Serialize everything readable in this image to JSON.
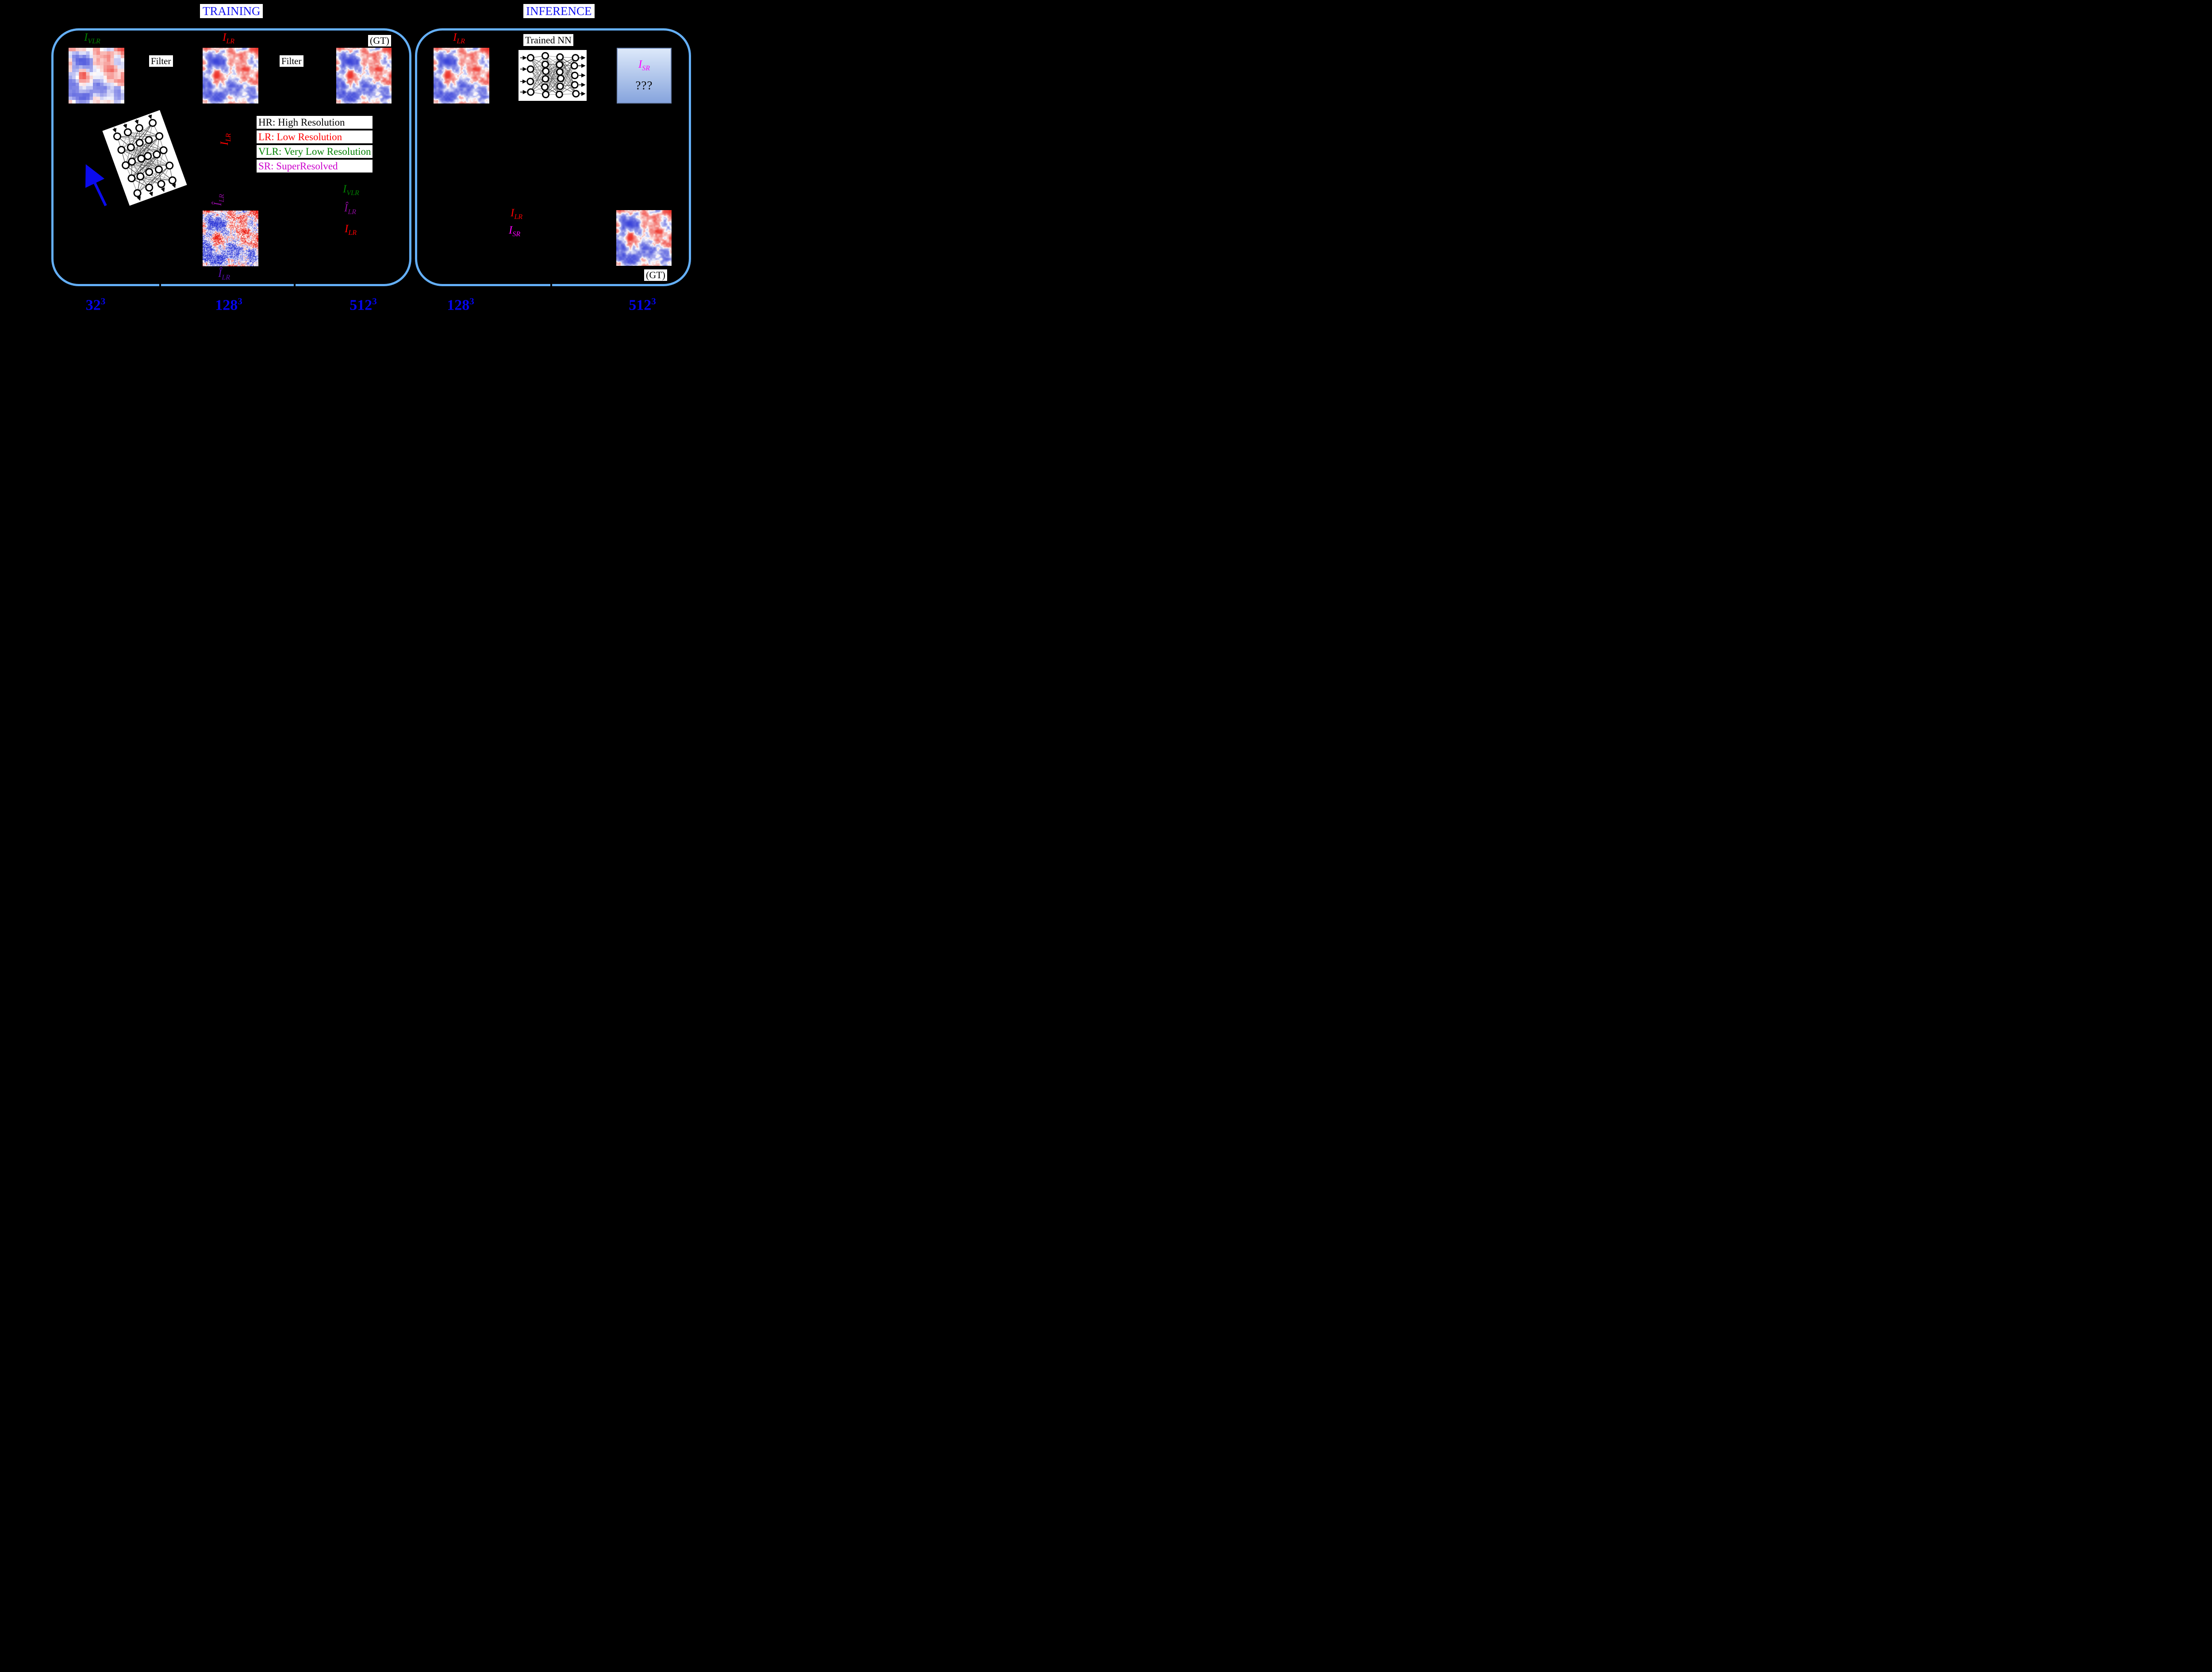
{
  "titles": {
    "training": "TRAINING",
    "inference": "INFERENCE"
  },
  "legend": {
    "items": [
      {
        "text": "HR: High Resolution",
        "color": "#000000"
      },
      {
        "text": "LR: Low Resolution",
        "color": "#ff0000"
      },
      {
        "text": "VLR: Very Low Resolution",
        "color": "#008000"
      },
      {
        "text": "SR: SuperResolved",
        "color": "#cc00cc"
      }
    ]
  },
  "labels": {
    "i_vlr": {
      "base": "I",
      "sub": "VLR"
    },
    "i_lr": {
      "base": "I",
      "sub": "LR"
    },
    "i_lr_hat": {
      "base": "Î",
      "sub": "LR"
    },
    "i_sr": {
      "base": "I",
      "sub": "SR"
    },
    "gt": "(GT)",
    "filter": "Filter",
    "trained_nn": "Trained NN",
    "unknown": "???"
  },
  "resolutions": {
    "training": [
      {
        "base": "32",
        "sup": "3"
      },
      {
        "base": "128",
        "sup": "3"
      },
      {
        "base": "512",
        "sup": "3"
      }
    ],
    "inference": [
      {
        "base": "128",
        "sup": "3"
      },
      {
        "base": "512",
        "sup": "3"
      }
    ]
  },
  "colors": {
    "panel_border": "#64aff7",
    "title_blue": "#1212f2",
    "resolution_blue": "#0404ee",
    "red": "#ff0000",
    "green": "#008000",
    "magenta": "#ff00ff",
    "legend_sr_magenta": "#cc00cc",
    "purple": "#8b0b9b",
    "indigo": "#5a0fb4",
    "arrow_blue": "#0b0bee",
    "isr_box_top": "#dde9fa",
    "isr_box_bottom": "#86a4dd",
    "heat_red": [
      235,
      30,
      20
    ],
    "heat_blue": [
      50,
      60,
      215
    ]
  },
  "images": {
    "seed": 11,
    "items": [
      {
        "id": "vlr",
        "res": 16,
        "noise": 0.0,
        "contrast": 0.9
      },
      {
        "id": "lr",
        "res": 64,
        "noise": 0.0,
        "contrast": 1.0
      },
      {
        "id": "hr",
        "res": 128,
        "noise": 0.0,
        "contrast": 1.0
      },
      {
        "id": "lr_hat",
        "res": 64,
        "noise": 0.45,
        "contrast": 1.0
      },
      {
        "id": "lr_inf",
        "res": 64,
        "noise": 0.0,
        "contrast": 1.0
      },
      {
        "id": "hr_inf",
        "res": 128,
        "noise": 0.0,
        "contrast": 1.0
      }
    ]
  },
  "nn": {
    "training": {
      "layers": [
        4,
        5,
        6,
        5,
        4
      ],
      "orientation": "vertical",
      "rotation": -20,
      "seed": 5
    },
    "inference": {
      "layers": [
        4,
        6,
        6,
        5
      ],
      "orientation": "horizontal",
      "rotation": 0,
      "seed": 9
    }
  }
}
